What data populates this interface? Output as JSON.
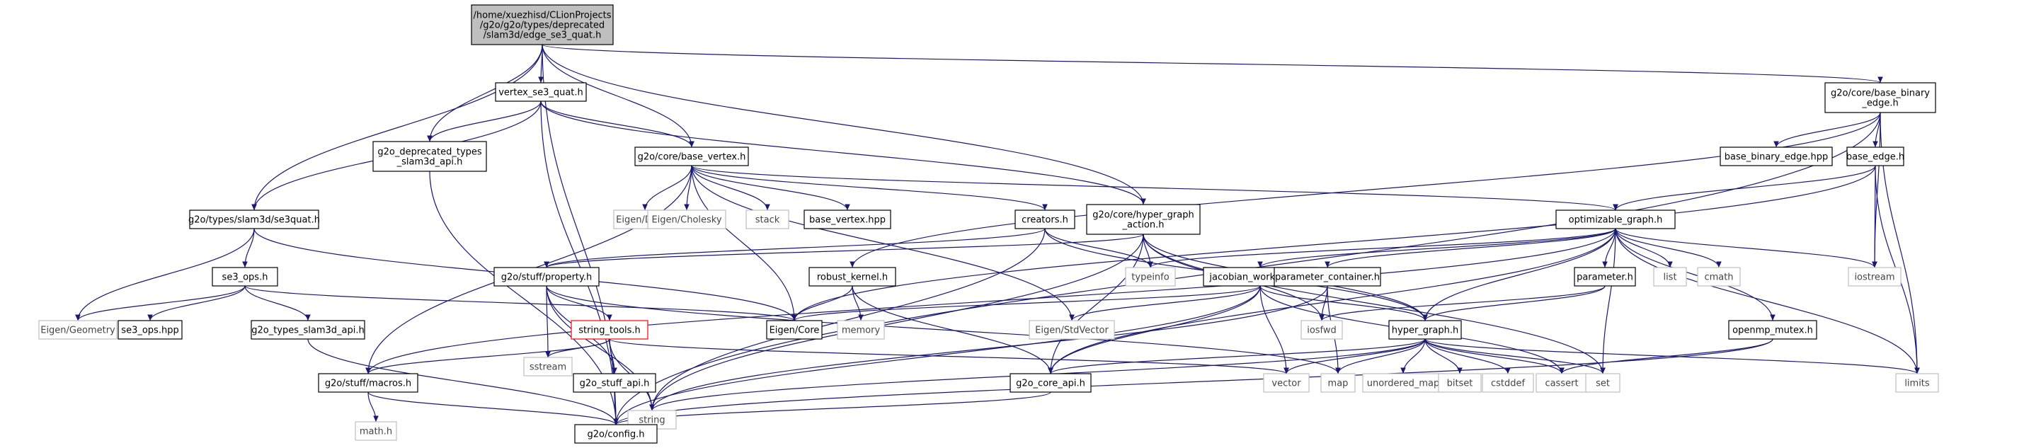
{
  "colors": {
    "edge": "#191970",
    "border": "#000000",
    "external_border": "#bfbfbf",
    "external_text": "#444444",
    "warning_border": "#ff0000",
    "root_fill": "#bfbfbf",
    "fill": "#ffffff",
    "text": "#000000"
  },
  "nodes": {
    "root": {
      "lines": [
        "/home/xuezhisd/CLionProjects",
        "/g2o/g2o/types/deprecated",
        "/slam3d/edge_se3_quat.h"
      ],
      "kind": "root"
    },
    "vertexse3": {
      "lines": [
        "vertex_se3_quat.h"
      ],
      "kind": "normal"
    },
    "basebinary": {
      "lines": [
        "g2o/core/base_binary",
        "_edge.h"
      ],
      "kind": "normal"
    },
    "deprecapi": {
      "lines": [
        "g2o_deprecated_types",
        "_slam3d_api.h"
      ],
      "kind": "normal"
    },
    "basevertex": {
      "lines": [
        "g2o/core/base_vertex.h"
      ],
      "kind": "normal"
    },
    "basebinhpp": {
      "lines": [
        "base_binary_edge.hpp"
      ],
      "kind": "normal"
    },
    "baseedge": {
      "lines": [
        "base_edge.h"
      ],
      "kind": "normal"
    },
    "se3quat": {
      "lines": [
        "g2o/types/slam3d/se3quat.h"
      ],
      "kind": "normal"
    },
    "eigendense": {
      "lines": [
        "Eigen/Dense"
      ],
      "kind": "external"
    },
    "eigenchol": {
      "lines": [
        "Eigen/Cholesky"
      ],
      "kind": "external"
    },
    "stack": {
      "lines": [
        "stack"
      ],
      "kind": "external"
    },
    "basevhpp": {
      "lines": [
        "base_vertex.hpp"
      ],
      "kind": "normal"
    },
    "creators": {
      "lines": [
        "creators.h"
      ],
      "kind": "normal"
    },
    "hgaction": {
      "lines": [
        "g2o/core/hyper_graph",
        "_action.h"
      ],
      "kind": "normal"
    },
    "optgraph": {
      "lines": [
        "optimizable_graph.h"
      ],
      "kind": "normal"
    },
    "se3ops": {
      "lines": [
        "se3_ops.h"
      ],
      "kind": "normal"
    },
    "property": {
      "lines": [
        "g2o/stuff/property.h"
      ],
      "kind": "normal"
    },
    "robust": {
      "lines": [
        "robust_kernel.h"
      ],
      "kind": "normal"
    },
    "typeinfo": {
      "lines": [
        "typeinfo"
      ],
      "kind": "external"
    },
    "jacobian": {
      "lines": [
        "jacobian_workspace.h"
      ],
      "kind": "normal"
    },
    "paramcont": {
      "lines": [
        "parameter_container.h"
      ],
      "kind": "normal"
    },
    "parameter": {
      "lines": [
        "parameter.h"
      ],
      "kind": "normal"
    },
    "list": {
      "lines": [
        "list"
      ],
      "kind": "external"
    },
    "cmath": {
      "lines": [
        "cmath"
      ],
      "kind": "external"
    },
    "iostream": {
      "lines": [
        "iostream"
      ],
      "kind": "external"
    },
    "eigengeom": {
      "lines": [
        "Eigen/Geometry"
      ],
      "kind": "external"
    },
    "se3opshpp": {
      "lines": [
        "se3_ops.hpp"
      ],
      "kind": "normal"
    },
    "slam3dapi": {
      "lines": [
        "g2o_types_slam3d_api.h"
      ],
      "kind": "normal"
    },
    "stringtools": {
      "lines": [
        "string_tools.h"
      ],
      "kind": "warning"
    },
    "sstream": {
      "lines": [
        "sstream"
      ],
      "kind": "external"
    },
    "memory": {
      "lines": [
        "memory"
      ],
      "kind": "external"
    },
    "eigencore": {
      "lines": [
        "Eigen/Core"
      ],
      "kind": "normal"
    },
    "eigenstdvec": {
      "lines": [
        "Eigen/StdVector"
      ],
      "kind": "external"
    },
    "iosfwd": {
      "lines": [
        "iosfwd"
      ],
      "kind": "external"
    },
    "hypergraph": {
      "lines": [
        "hyper_graph.h"
      ],
      "kind": "normal"
    },
    "ompmutex": {
      "lines": [
        "openmp_mutex.h"
      ],
      "kind": "normal"
    },
    "macros": {
      "lines": [
        "g2o/stuff/macros.h"
      ],
      "kind": "normal"
    },
    "stuffapi": {
      "lines": [
        "g2o_stuff_api.h"
      ],
      "kind": "normal"
    },
    "string": {
      "lines": [
        "string"
      ],
      "kind": "external"
    },
    "coreapi": {
      "lines": [
        "g2o_core_api.h"
      ],
      "kind": "normal"
    },
    "vector": {
      "lines": [
        "vector"
      ],
      "kind": "external"
    },
    "map": {
      "lines": [
        "map"
      ],
      "kind": "external"
    },
    "unordmap": {
      "lines": [
        "unordered_map"
      ],
      "kind": "external"
    },
    "bitset": {
      "lines": [
        "bitset"
      ],
      "kind": "external"
    },
    "cstddef": {
      "lines": [
        "cstddef"
      ],
      "kind": "external"
    },
    "cassert": {
      "lines": [
        "cassert"
      ],
      "kind": "external"
    },
    "set": {
      "lines": [
        "set"
      ],
      "kind": "external"
    },
    "limits": {
      "lines": [
        "limits"
      ],
      "kind": "external"
    },
    "mathh": {
      "lines": [
        "math.h"
      ],
      "kind": "external"
    },
    "config": {
      "lines": [
        "g2o/config.h"
      ],
      "kind": "normal"
    }
  },
  "edges": [
    [
      "root",
      "vertexse3"
    ],
    [
      "root",
      "deprecapi"
    ],
    [
      "root",
      "basevertex"
    ],
    [
      "root",
      "se3quat"
    ],
    [
      "root",
      "hgaction"
    ],
    [
      "root",
      "basebinary"
    ],
    [
      "root",
      "config"
    ],
    [
      "vertexse3",
      "deprecapi"
    ],
    [
      "vertexse3",
      "basevertex"
    ],
    [
      "vertexse3",
      "se3quat"
    ],
    [
      "vertexse3",
      "hgaction"
    ],
    [
      "vertexse3",
      "config"
    ],
    [
      "deprecapi",
      "config"
    ],
    [
      "basebinary",
      "basebinhpp"
    ],
    [
      "basebinary",
      "baseedge"
    ],
    [
      "basebinary",
      "iostream"
    ],
    [
      "basebinary",
      "limits"
    ],
    [
      "basebinary",
      "config"
    ],
    [
      "basebinary",
      "robust"
    ],
    [
      "baseedge",
      "optgraph"
    ],
    [
      "baseedge",
      "iostream"
    ],
    [
      "baseedge",
      "limits"
    ],
    [
      "baseedge",
      "eigencore"
    ],
    [
      "basevertex",
      "eigendense"
    ],
    [
      "basevertex",
      "eigenchol"
    ],
    [
      "basevertex",
      "stack"
    ],
    [
      "basevertex",
      "basevhpp"
    ],
    [
      "basevertex",
      "creators"
    ],
    [
      "basevertex",
      "optgraph"
    ],
    [
      "basevertex",
      "eigencore"
    ],
    [
      "basevertex",
      "eigenstdvec"
    ],
    [
      "basevertex",
      "macros"
    ],
    [
      "se3quat",
      "se3ops"
    ],
    [
      "se3quat",
      "eigengeom"
    ],
    [
      "se3quat",
      "eigencore"
    ],
    [
      "se3ops",
      "eigengeom"
    ],
    [
      "se3ops",
      "se3opshpp"
    ],
    [
      "se3ops",
      "slam3dapi"
    ],
    [
      "se3ops",
      "eigencore"
    ],
    [
      "slam3dapi",
      "config"
    ],
    [
      "creators",
      "typeinfo"
    ],
    [
      "creators",
      "hypergraph"
    ],
    [
      "creators",
      "string"
    ],
    [
      "creators",
      "property"
    ],
    [
      "hgaction",
      "typeinfo"
    ],
    [
      "hgaction",
      "hypergraph"
    ],
    [
      "hgaction",
      "string"
    ],
    [
      "hgaction",
      "iosfwd"
    ],
    [
      "hgaction",
      "set"
    ],
    [
      "hgaction",
      "coreapi"
    ],
    [
      "hgaction",
      "property"
    ],
    [
      "optgraph",
      "typeinfo"
    ],
    [
      "optgraph",
      "list"
    ],
    [
      "optgraph",
      "cmath"
    ],
    [
      "optgraph",
      "iostream"
    ],
    [
      "optgraph",
      "parameter"
    ],
    [
      "optgraph",
      "paramcont"
    ],
    [
      "optgraph",
      "jacobian"
    ],
    [
      "optgraph",
      "hypergraph"
    ],
    [
      "optgraph",
      "ompmutex"
    ],
    [
      "optgraph",
      "limits"
    ],
    [
      "optgraph",
      "set"
    ],
    [
      "optgraph",
      "macros"
    ],
    [
      "optgraph",
      "coreapi"
    ],
    [
      "property",
      "sstream"
    ],
    [
      "property",
      "stringtools"
    ],
    [
      "property",
      "string"
    ],
    [
      "property",
      "stuffapi"
    ],
    [
      "property",
      "map"
    ],
    [
      "stringtools",
      "string"
    ],
    [
      "stringtools",
      "sstream"
    ],
    [
      "stringtools",
      "vector"
    ],
    [
      "stringtools",
      "stuffapi"
    ],
    [
      "stringtools",
      "macros"
    ],
    [
      "robust",
      "memory"
    ],
    [
      "robust",
      "eigencore"
    ],
    [
      "robust",
      "coreapi"
    ],
    [
      "jacobian",
      "eigencore"
    ],
    [
      "jacobian",
      "eigenstdvec"
    ],
    [
      "jacobian",
      "vector"
    ],
    [
      "jacobian",
      "cassert"
    ],
    [
      "jacobian",
      "hypergraph"
    ],
    [
      "jacobian",
      "coreapi"
    ],
    [
      "jacobian",
      "config"
    ],
    [
      "paramcont",
      "iosfwd"
    ],
    [
      "paramcont",
      "map"
    ],
    [
      "paramcont",
      "string"
    ],
    [
      "parameter",
      "iosfwd"
    ],
    [
      "parameter",
      "hypergraph"
    ],
    [
      "hypergraph",
      "string"
    ],
    [
      "hypergraph",
      "vector"
    ],
    [
      "hypergraph",
      "map"
    ],
    [
      "hypergraph",
      "unordmap"
    ],
    [
      "hypergraph",
      "bitset"
    ],
    [
      "hypergraph",
      "cstddef"
    ],
    [
      "hypergraph",
      "cassert"
    ],
    [
      "hypergraph",
      "set"
    ],
    [
      "hypergraph",
      "limits"
    ],
    [
      "hypergraph",
      "coreapi"
    ],
    [
      "ompmutex",
      "cassert"
    ],
    [
      "ompmutex",
      "config"
    ],
    [
      "macros",
      "mathh"
    ],
    [
      "macros",
      "config"
    ],
    [
      "stuffapi",
      "config"
    ],
    [
      "coreapi",
      "config"
    ]
  ]
}
